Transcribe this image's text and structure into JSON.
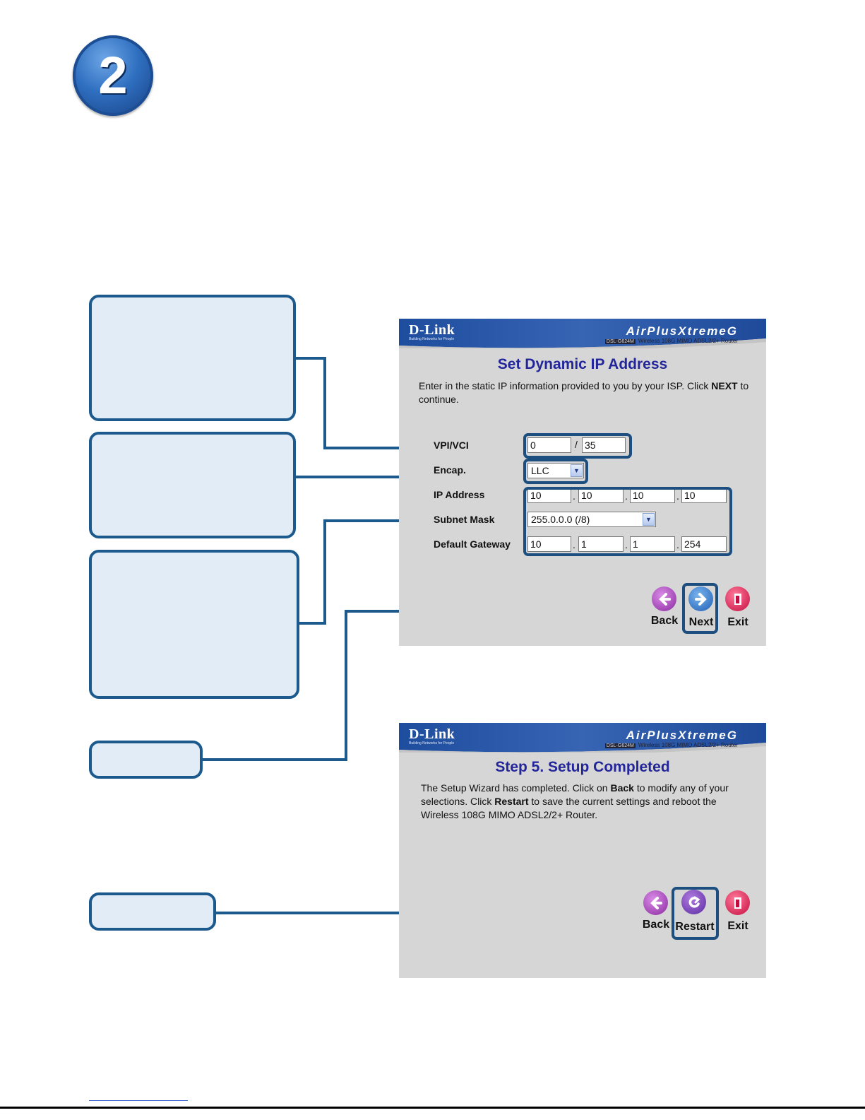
{
  "step_number": "2",
  "screen1": {
    "brand": "D-Link",
    "brand_tagline": "Building Networks for People",
    "product_line": "AirPlusXtremeG",
    "model_code": "DSL-G624M",
    "model_desc": "Wireless 108G MIMO ADSL2/2+ Router",
    "title": "Set Dynamic IP Address",
    "instruction_pre": "Enter in the static IP information provided to you by your ISP. Click",
    "instruction_bold": "NEXT",
    "instruction_post": "to continue.",
    "fields": {
      "vpi_vci_label": "VPI/VCI",
      "vpi_value": "0",
      "vci_value": "35",
      "vpi_vci_separator": "/",
      "encap_label": "Encap.",
      "encap_value": "LLC",
      "ip_label": "IP Address",
      "ip_octets": [
        "10",
        "10",
        "10",
        "10"
      ],
      "mask_label": "Subnet Mask",
      "mask_value": "255.0.0.0 (/8)",
      "gateway_label": "Default Gateway",
      "gateway_octets": [
        "10",
        "1",
        "1",
        "254"
      ],
      "octet_separator": "."
    },
    "nav": {
      "back": "Back",
      "next": "Next",
      "exit": "Exit"
    }
  },
  "screen2": {
    "brand": "D-Link",
    "brand_tagline": "Building Networks for People",
    "product_line": "AirPlusXtremeG",
    "model_code": "DSL-G624M",
    "model_desc": "Wireless 108G MIMO ADSL2/2+ Router",
    "title": "Step 5. Setup Completed",
    "text_1": "The Setup Wizard has completed. Click on",
    "bold_back": "Back",
    "text_2": "to modify any of your selections. Click",
    "bold_restart": "Restart",
    "text_3": "to save the current settings and reboot the Wireless 108G MIMO ADSL2/2+ Router.",
    "nav": {
      "back": "Back",
      "restart": "Restart",
      "exit": "Exit"
    }
  },
  "colors": {
    "callout_fill": "#e2ecf6",
    "callout_border": "#1c5a8e",
    "title_blue": "#23259b",
    "panel_gray": "#d6d6d6",
    "banner_blue": "#2c56a4"
  }
}
